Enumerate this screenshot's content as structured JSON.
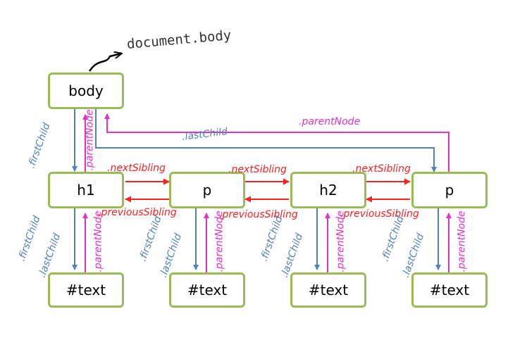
{
  "document_label": "document.body",
  "nodes": {
    "body": "body",
    "h1": "h1",
    "p1": "p",
    "h2": "h2",
    "p2": "p",
    "text1": "#text",
    "text2": "#text",
    "text3": "#text",
    "text4": "#text"
  },
  "labels": {
    "first_child": ".firstChild",
    "last_child": ".lastChild",
    "parent_node": ".parentNode",
    "next_sibling": ".nextSibling",
    "previous_sibling": ".previousSibling"
  },
  "colors": {
    "node_border": "#9bbb59",
    "child_arrow": "#4f81bd",
    "parent_arrow": "#e033c6",
    "sibling_arrow": "#ff2020"
  }
}
